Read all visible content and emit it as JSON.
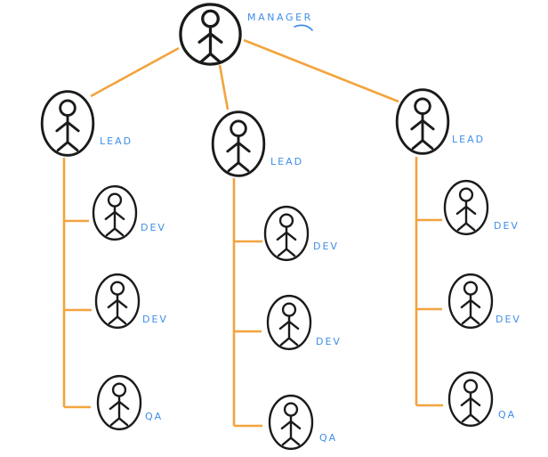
{
  "diagram": {
    "type": "org-chart",
    "style": "hand-drawn whiteboard sketch",
    "colors": {
      "connector": "#F2A43E",
      "label": "#3F8EE8",
      "ink": "#1B1B1B",
      "background": "#FFFFFF"
    },
    "icon": "stick-figure-person",
    "nodes": {
      "manager": {
        "label": "MANAGER",
        "role": "manager"
      },
      "lead_left": {
        "label": "LEAD",
        "role": "lead",
        "reports_to": "manager"
      },
      "lead_middle": {
        "label": "LEAD",
        "role": "lead",
        "reports_to": "manager"
      },
      "lead_right": {
        "label": "LEAD",
        "role": "lead",
        "reports_to": "manager"
      },
      "left_team": [
        {
          "label": "DEV"
        },
        {
          "label": "DEV"
        },
        {
          "label": "QA"
        }
      ],
      "middle_team": [
        {
          "label": "DEV"
        },
        {
          "label": "DEV"
        },
        {
          "label": "QA"
        }
      ],
      "right_team": [
        {
          "label": "DEV"
        },
        {
          "label": "DEV"
        },
        {
          "label": "QA"
        }
      ]
    }
  }
}
